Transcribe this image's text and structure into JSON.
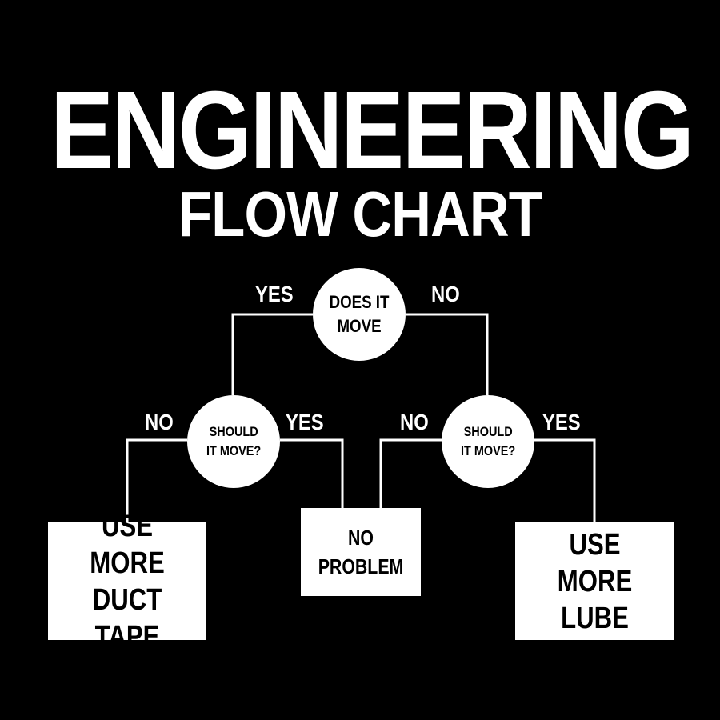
{
  "title": {
    "main": "ENGINEERING",
    "sub": "FLOW CHART"
  },
  "nodes": {
    "top_question": {
      "line1": "DOES IT",
      "line2": "MOVE"
    },
    "left_question": {
      "line1": "SHOULD",
      "line2": "IT MOVE?"
    },
    "right_question": {
      "line1": "SHOULD",
      "line2": "IT MOVE?"
    },
    "duct_tape": {
      "line1": "USE MORE",
      "line2": "DUCT TAPE"
    },
    "no_problem": {
      "line1": "NO",
      "line2": "PROBLEM"
    },
    "lube": {
      "line1": "USE MORE",
      "line2": "LUBE"
    }
  },
  "labels": {
    "top_yes": "YES",
    "top_no": "NO",
    "left_no": "NO",
    "left_yes": "YES",
    "right_no": "NO",
    "right_yes": "YES"
  },
  "colors": {
    "background": "#000000",
    "foreground": "#ffffff"
  }
}
